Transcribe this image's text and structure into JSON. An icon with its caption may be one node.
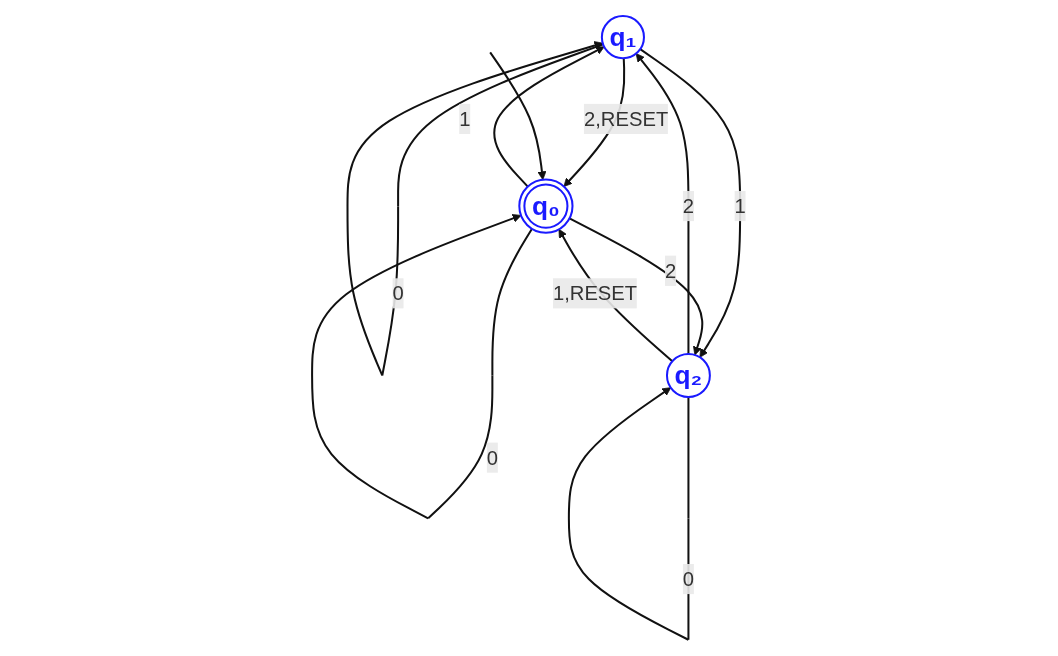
{
  "diagram": {
    "nodes": [
      {
        "text": [
          "q₁"
        ]
      },
      {
        "text": [
          "q₀"
        ]
      },
      {
        "text": [
          "q₂"
        ]
      }
    ],
    "edges": [
      {
        "from": 0,
        "to": 0,
        "label": "0",
        "arrow": "to"
      },
      {
        "from": 0,
        "to": 1,
        "label": "2,RESET",
        "arrow": "to"
      },
      {
        "from": 1,
        "to": 0,
        "label": "1",
        "arrow": "to"
      },
      {
        "from": 0,
        "to": 2,
        "label": "1",
        "arrow": "to"
      },
      {
        "from": 2,
        "to": 0,
        "label": "2",
        "arrow": "to"
      },
      {
        "from": 1,
        "to": 1,
        "label": "0",
        "arrow": "to"
      },
      {
        "from": 1,
        "to": 2,
        "label": "2",
        "arrow": "to"
      },
      {
        "from": 2,
        "to": 2,
        "label": "0",
        "arrow": "to"
      },
      {
        "from": 2,
        "to": 1,
        "label": "1,RESET",
        "arrow": "to"
      },
      {
        "from": null,
        "to": 1,
        "arrow": "to"
      }
    ]
  }
}
